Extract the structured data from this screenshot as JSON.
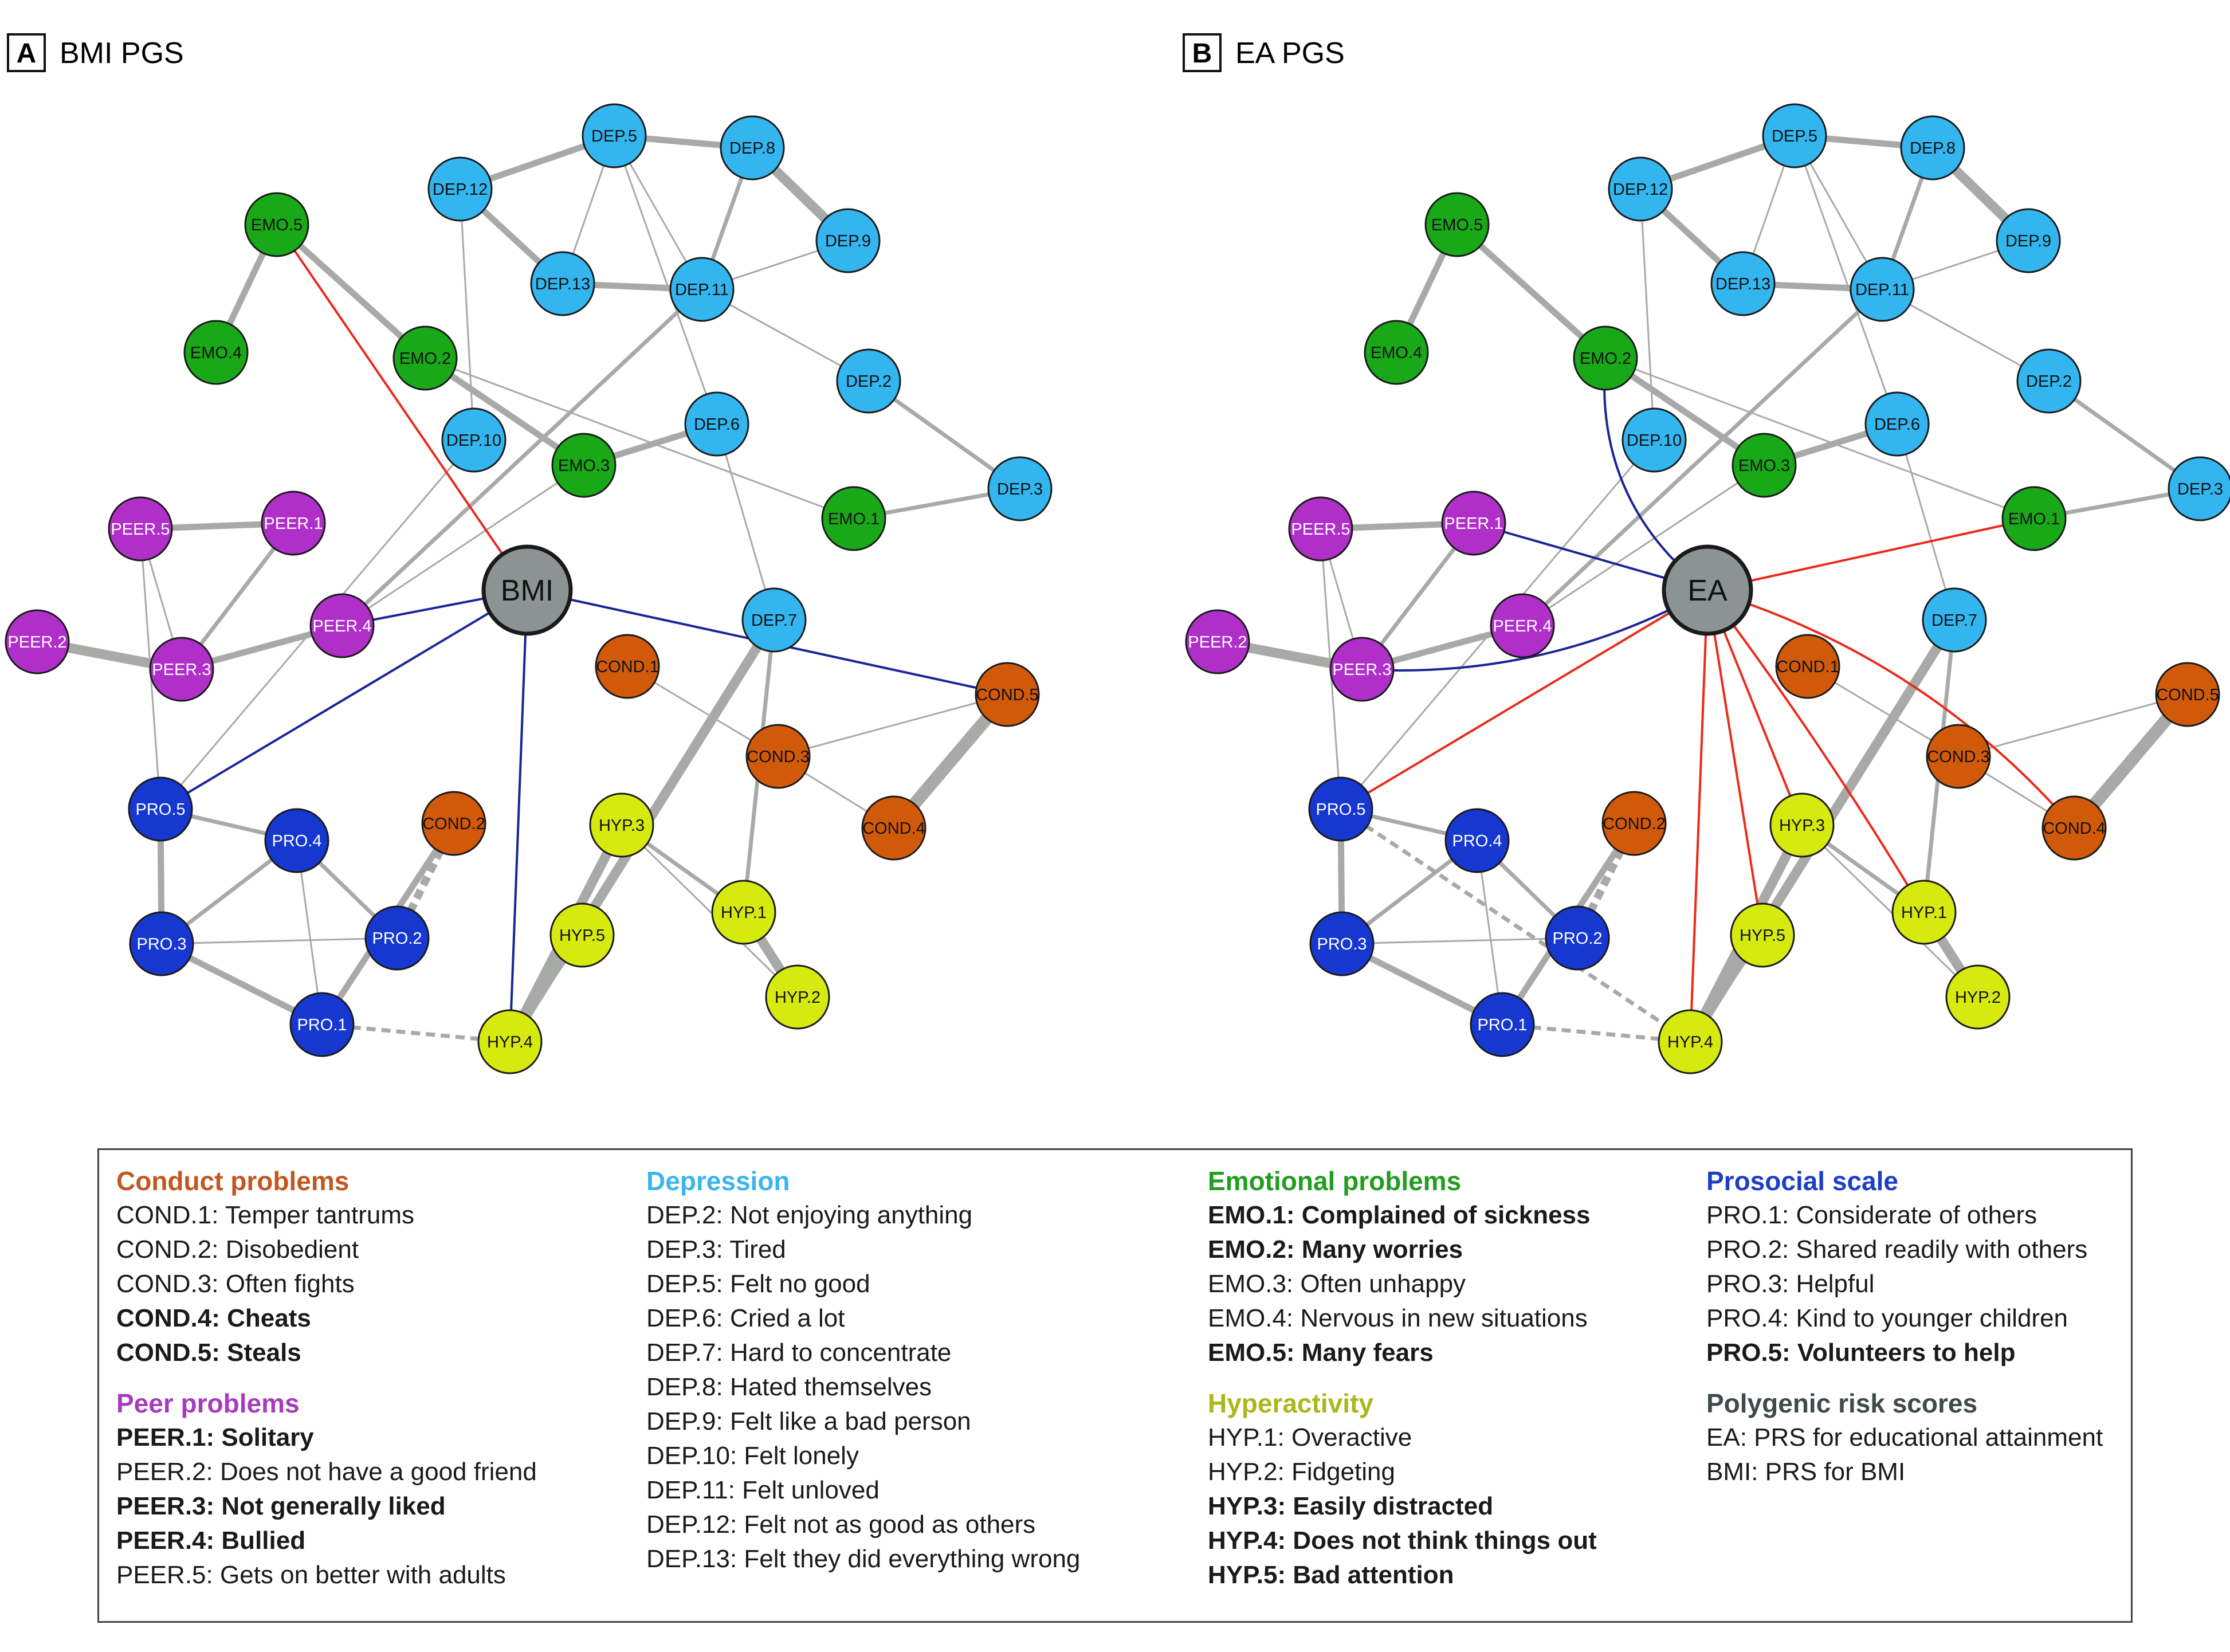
{
  "panels": [
    {
      "letter": "A",
      "title": "BMI PGS",
      "center": "BMI"
    },
    {
      "letter": "B",
      "title": "EA PGS",
      "center": "EA"
    }
  ],
  "colors": {
    "conduct": "#d15a0a",
    "depression": "#33b6ef",
    "emotional": "#18a818",
    "peer": "#b02fc9",
    "prosocial": "#1638d1",
    "hyperactivity": "#d7ea10",
    "prs": "#8c9393",
    "edge_grey": "#a8aaa8",
    "edge_pos": "#eb2a1a",
    "edge_neg": "#1b2496"
  },
  "legend": {
    "columns": [
      [
        {
          "heading": "Conduct problems",
          "color": "#c2571f",
          "items": [
            {
              "text": "COND.1: Temper tantrums",
              "bold": false
            },
            {
              "text": "COND.2: Disobedient",
              "bold": false
            },
            {
              "text": "COND.3: Often fights",
              "bold": false
            },
            {
              "text": "COND.4: Cheats",
              "bold": true
            },
            {
              "text": "COND.5: Steals",
              "bold": true
            }
          ]
        },
        {
          "heading": "Peer problems",
          "color": "#a63bbd",
          "items": [
            {
              "text": "PEER.1: Solitary",
              "bold": true
            },
            {
              "text": "PEER.2: Does not have a good friend",
              "bold": false
            },
            {
              "text": "PEER.3: Not generally liked",
              "bold": true
            },
            {
              "text": "PEER.4: Bullied",
              "bold": true
            },
            {
              "text": "PEER.5: Gets on better with adults",
              "bold": false
            }
          ]
        }
      ],
      [
        {
          "heading": "Depression",
          "color": "#3ab5ee",
          "items": [
            {
              "text": "DEP.2: Not enjoying anything",
              "bold": false
            },
            {
              "text": "DEP.3: Tired",
              "bold": false
            },
            {
              "text": "DEP.5: Felt no good",
              "bold": false
            },
            {
              "text": "DEP.6: Cried a lot",
              "bold": false
            },
            {
              "text": "DEP.7: Hard to concentrate",
              "bold": false
            },
            {
              "text": "DEP.8: Hated themselves",
              "bold": false
            },
            {
              "text": "DEP.9: Felt like a bad person",
              "bold": false
            },
            {
              "text": "DEP.10: Felt lonely",
              "bold": false
            },
            {
              "text": "DEP.11: Felt unloved",
              "bold": false
            },
            {
              "text": "DEP.12: Felt not as good as others",
              "bold": false
            },
            {
              "text": "DEP.13: Felt they did everything wrong",
              "bold": false
            }
          ]
        }
      ],
      [
        {
          "heading": "Emotional problems",
          "color": "#1f9e1f",
          "items": [
            {
              "text": "EMO.1: Complained of sickness",
              "bold": true
            },
            {
              "text": "EMO.2: Many worries",
              "bold": true
            },
            {
              "text": "EMO.3: Often unhappy",
              "bold": false
            },
            {
              "text": "EMO.4: Nervous in new situations",
              "bold": false
            },
            {
              "text": "EMO.5: Many fears",
              "bold": true
            }
          ]
        },
        {
          "heading": "Hyperactivity",
          "color": "#a9b81a",
          "items": [
            {
              "text": "HYP.1: Overactive",
              "bold": false
            },
            {
              "text": "HYP.2: Fidgeting",
              "bold": false
            },
            {
              "text": "HYP.3: Easily distracted",
              "bold": true
            },
            {
              "text": "HYP.4: Does not think things out",
              "bold": true
            },
            {
              "text": "HYP.5: Bad attention",
              "bold": true
            }
          ]
        }
      ],
      [
        {
          "heading": "Prosocial scale",
          "color": "#1d3fc4",
          "items": [
            {
              "text": "PRO.1: Considerate of others",
              "bold": false
            },
            {
              "text": "PRO.2: Shared readily with others",
              "bold": false
            },
            {
              "text": "PRO.3: Helpful",
              "bold": false
            },
            {
              "text": "PRO.4: Kind to younger children",
              "bold": false
            },
            {
              "text": "PRO.5: Volunteers to help",
              "bold": true
            }
          ]
        },
        {
          "heading": "Polygenic risk scores",
          "color": "#3f4a4a",
          "items": [
            {
              "text": "EA: PRS for educational attainment",
              "bold": false
            },
            {
              "text": "BMI: PRS for BMI",
              "bold": false
            }
          ]
        }
      ]
    ]
  },
  "nodes": [
    {
      "id": "DEP.5",
      "group": "depression"
    },
    {
      "id": "DEP.8",
      "group": "depression"
    },
    {
      "id": "DEP.12",
      "group": "depression"
    },
    {
      "id": "DEP.9",
      "group": "depression"
    },
    {
      "id": "DEP.13",
      "group": "depression"
    },
    {
      "id": "DEP.11",
      "group": "depression"
    },
    {
      "id": "DEP.2",
      "group": "depression"
    },
    {
      "id": "DEP.6",
      "group": "depression"
    },
    {
      "id": "DEP.10",
      "group": "depression"
    },
    {
      "id": "DEP.3",
      "group": "depression"
    },
    {
      "id": "DEP.7",
      "group": "depression"
    },
    {
      "id": "EMO.5",
      "group": "emotional"
    },
    {
      "id": "EMO.4",
      "group": "emotional"
    },
    {
      "id": "EMO.2",
      "group": "emotional"
    },
    {
      "id": "EMO.3",
      "group": "emotional"
    },
    {
      "id": "EMO.1",
      "group": "emotional"
    },
    {
      "id": "PEER.5",
      "group": "peer"
    },
    {
      "id": "PEER.1",
      "group": "peer"
    },
    {
      "id": "PEER.2",
      "group": "peer"
    },
    {
      "id": "PEER.3",
      "group": "peer"
    },
    {
      "id": "PEER.4",
      "group": "peer"
    },
    {
      "id": "COND.1",
      "group": "conduct"
    },
    {
      "id": "COND.5",
      "group": "conduct"
    },
    {
      "id": "COND.3",
      "group": "conduct"
    },
    {
      "id": "COND.2",
      "group": "conduct"
    },
    {
      "id": "COND.4",
      "group": "conduct"
    },
    {
      "id": "PRO.5",
      "group": "prosocial"
    },
    {
      "id": "PRO.4",
      "group": "prosocial"
    },
    {
      "id": "PRO.3",
      "group": "prosocial"
    },
    {
      "id": "PRO.2",
      "group": "prosocial"
    },
    {
      "id": "PRO.1",
      "group": "prosocial"
    },
    {
      "id": "HYP.3",
      "group": "hyperactivity"
    },
    {
      "id": "HYP.5",
      "group": "hyperactivity"
    },
    {
      "id": "HYP.1",
      "group": "hyperactivity"
    },
    {
      "id": "HYP.2",
      "group": "hyperactivity"
    },
    {
      "id": "HYP.4",
      "group": "hyperactivity"
    }
  ],
  "edges_common": [
    [
      "DEP.5",
      "DEP.8",
      3
    ],
    [
      "DEP.5",
      "DEP.12",
      3
    ],
    [
      "DEP.5",
      "DEP.13",
      1
    ],
    [
      "DEP.5",
      "DEP.11",
      1
    ],
    [
      "DEP.5",
      "DEP.6",
      1
    ],
    [
      "DEP.8",
      "DEP.9",
      5
    ],
    [
      "DEP.8",
      "DEP.11",
      2
    ],
    [
      "DEP.12",
      "DEP.13",
      3
    ],
    [
      "DEP.12",
      "DEP.10",
      1
    ],
    [
      "DEP.13",
      "DEP.11",
      3
    ],
    [
      "DEP.11",
      "DEP.9",
      1
    ],
    [
      "DEP.11",
      "DEP.2",
      1
    ],
    [
      "DEP.11",
      "PEER.4",
      2
    ],
    [
      "DEP.2",
      "DEP.3",
      2
    ],
    [
      "DEP.6",
      "EMO.3",
      3
    ],
    [
      "DEP.6",
      "DEP.7",
      1
    ],
    [
      "EMO.5",
      "EMO.2",
      3
    ],
    [
      "EMO.5",
      "EMO.4",
      3
    ],
    [
      "EMO.2",
      "EMO.3",
      3
    ],
    [
      "EMO.2",
      "EMO.1",
      1
    ],
    [
      "EMO.1",
      "DEP.3",
      2
    ],
    [
      "EMO.3",
      "PEER.4",
      1
    ],
    [
      "DEP.10",
      "PRO.5",
      1
    ],
    [
      "PEER.5",
      "PEER.1",
      3
    ],
    [
      "PEER.5",
      "PEER.3",
      1
    ],
    [
      "PEER.5",
      "PRO.5",
      1
    ],
    [
      "PEER.1",
      "PEER.3",
      2
    ],
    [
      "PEER.2",
      "PEER.3",
      5
    ],
    [
      "PEER.3",
      "PEER.4",
      3
    ],
    [
      "DEP.7",
      "HYP.4",
      5
    ],
    [
      "DEP.7",
      "HYP.1",
      2
    ],
    [
      "COND.1",
      "COND.3",
      1
    ],
    [
      "COND.5",
      "COND.3",
      1
    ],
    [
      "COND.5",
      "COND.4",
      6
    ],
    [
      "COND.3",
      "COND.4",
      1
    ],
    [
      "COND.2",
      "PRO.1",
      3
    ],
    [
      "PRO.5",
      "PRO.3",
      3
    ],
    [
      "PRO.5",
      "PRO.4",
      2
    ],
    [
      "PRO.4",
      "PRO.3",
      2
    ],
    [
      "PRO.4",
      "PRO.2",
      2
    ],
    [
      "PRO.4",
      "PRO.1",
      1
    ],
    [
      "PRO.3",
      "PRO.2",
      1
    ],
    [
      "PRO.3",
      "PRO.1",
      3
    ],
    [
      "HYP.3",
      "HYP.1",
      2
    ],
    [
      "HYP.3",
      "HYP.2",
      1
    ],
    [
      "HYP.3",
      "HYP.4",
      5
    ],
    [
      "HYP.5",
      "HYP.4",
      2
    ],
    [
      "HYP.1",
      "HYP.2",
      5
    ]
  ],
  "dashed_common": [
    [
      "PRO.1",
      "HYP.4",
      2
    ],
    [
      "COND.2",
      "PRO.2",
      4
    ]
  ],
  "edges_A": {
    "pos": [
      "EMO.5"
    ],
    "neg": [
      "PEER.4",
      "PRO.5",
      "COND.5",
      "HYP.4"
    ]
  },
  "edges_B": {
    "pos": [
      "PRO.5",
      "EMO.1",
      "COND.4",
      "HYP.3",
      "HYP.5",
      "HYP.4",
      "HYP.1"
    ],
    "neg": [
      "EMO.2",
      "PEER.1",
      "PEER.3"
    ],
    "dashed_extra": [
      [
        "PRO.5",
        "HYP.4",
        2
      ]
    ]
  }
}
